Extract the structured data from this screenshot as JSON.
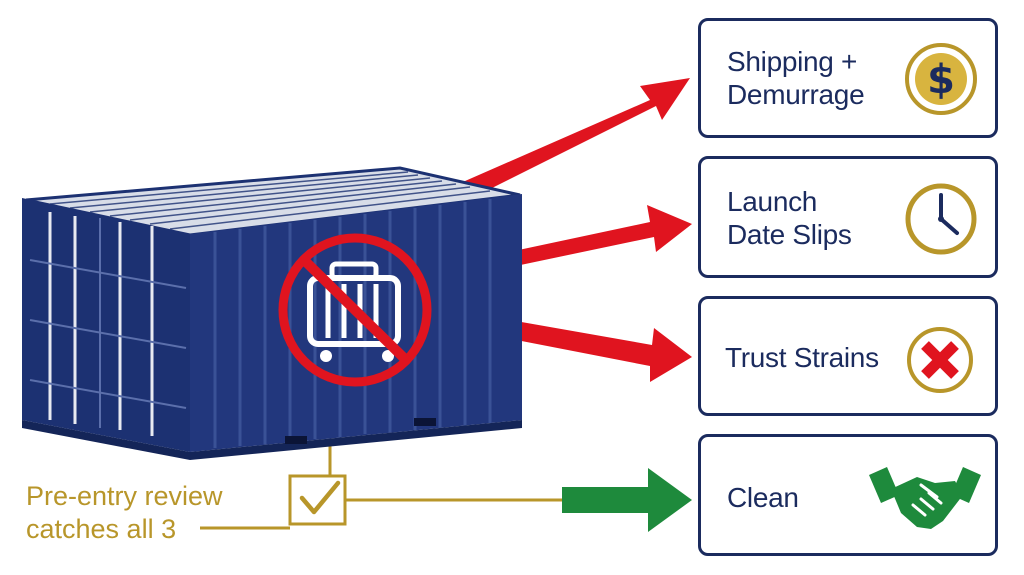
{
  "outcomes": [
    {
      "label_line1": "Shipping +",
      "label_line2": "Demurrage",
      "icon": "dollar-coin-icon",
      "arrow_color": "#e0141f"
    },
    {
      "label_line1": "Launch",
      "label_line2": "Date Slips",
      "icon": "clock-icon",
      "arrow_color": "#e0141f"
    },
    {
      "label_line1": "Trust Strains",
      "label_line2": "",
      "icon": "x-badge-icon",
      "arrow_color": "#e0141f"
    },
    {
      "label_line1": "Clean",
      "label_line2": "",
      "icon": "handshake-icon",
      "arrow_color": "#1e8a3c"
    }
  ],
  "note": {
    "line1": "Pre-entry review",
    "line2": "catches all 3"
  },
  "container": {
    "body_color": "#1c3172",
    "prohibited_icon": "no-luggage-cart-icon"
  },
  "colors": {
    "navy": "#1b2b5e",
    "red": "#e0141f",
    "green": "#1e8a3c",
    "gold": "#b8962a"
  }
}
